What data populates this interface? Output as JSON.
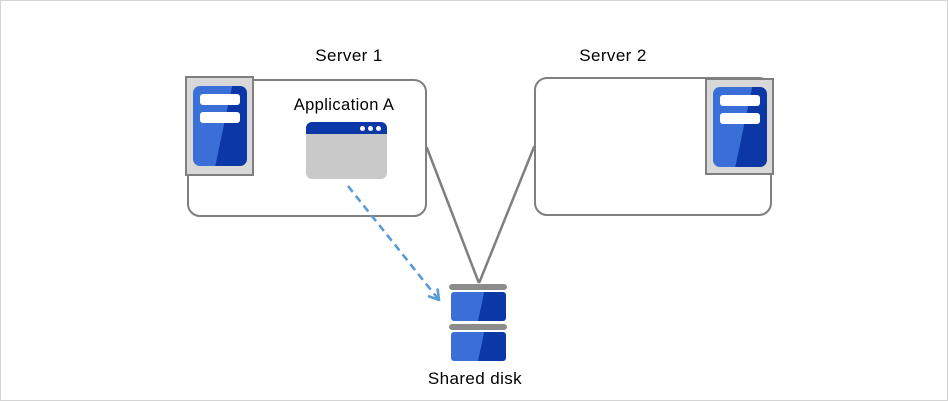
{
  "diagram": {
    "server1": {
      "label": "Server 1",
      "application": "Application A"
    },
    "server2": {
      "label": "Server 2"
    },
    "shared_disk": {
      "label": "Shared disk"
    }
  },
  "icons": {
    "server1_icon": "server-tower-icon",
    "server2_icon": "server-tower-icon",
    "application_icon": "application-window-icon",
    "shared_disk_icon": "stacked-disk-icon",
    "access_arrow": "dashed-arrow-icon",
    "connectors": "line-connectors"
  },
  "colors": {
    "blue_light": "#3a6fd8",
    "blue_dark": "#0b38a6",
    "border_gray": "#7f7f7f",
    "bezel_gray": "#d8d8d8",
    "window_body_gray": "#c9c9c9",
    "disk_bar_gray": "#8c8c8c",
    "arrow_blue": "#5b9bd5",
    "canvas_border": "#d4d4d4"
  }
}
